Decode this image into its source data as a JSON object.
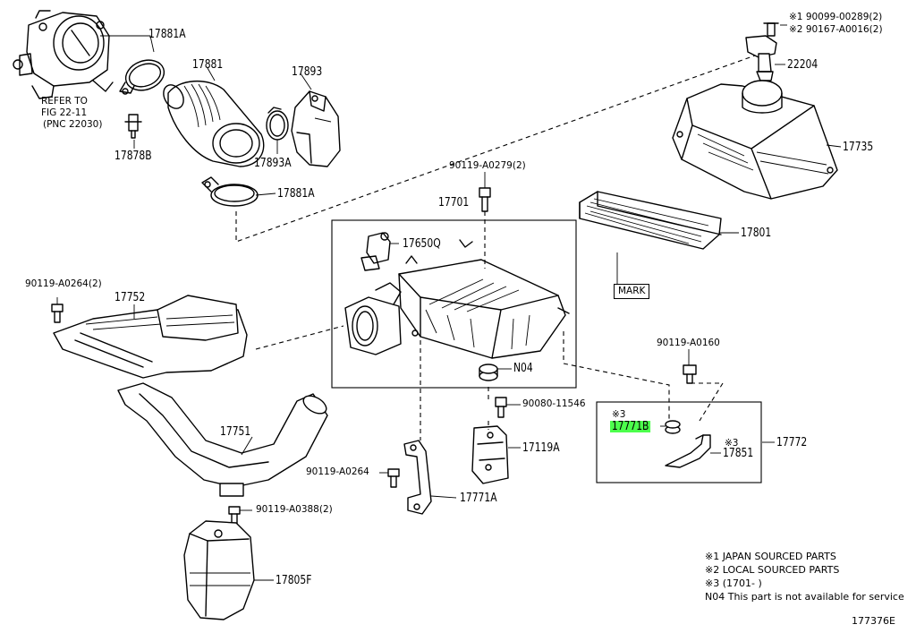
{
  "diagram_id": "177376E",
  "refer": {
    "line1": "REFER TO",
    "line2": "FIG 22-11",
    "line3": "(PNC 22030)"
  },
  "parts": {
    "p17881A_top": "17881A",
    "p17881": "17881",
    "p17893": "17893",
    "p17878B": "17878B",
    "p17893A": "17893A",
    "p17881A_bottom": "17881A",
    "p90099": "※1 90099-00289(2)",
    "p90167": "※2 90167-A0016(2)",
    "p22204": "22204",
    "p17735": "17735",
    "p90119_A0279": "90119-A0279(2)",
    "p17701": "17701",
    "p17650Q": "17650Q",
    "p17801": "17801",
    "mark": "MARK",
    "p90119_A0264_2": "90119-A0264(2)",
    "p17752": "17752",
    "pN04": "N04",
    "p90119_A0160": "90119-A0160",
    "p90080": "90080-11546",
    "x3a": "※3",
    "p17771B": "17771B",
    "x3b": "※3",
    "p17772": "17772",
    "p17851": "17851",
    "p17751": "17751",
    "p17119A": "17119A",
    "p90119_A0264": "90119-A0264",
    "p17771A": "17771A",
    "p90119_A0388": "90119-A0388(2)",
    "p17805F": "17805F"
  },
  "notes": {
    "n1": "※1 JAPAN SOURCED PARTS",
    "n2": "※2 LOCAL SOURCED PARTS",
    "n3": "※3 (1701-      )",
    "n4": "N04 This part is not available for service"
  },
  "colors": {
    "highlight": "#4cff4c",
    "line": "#000000",
    "background": "#ffffff"
  }
}
